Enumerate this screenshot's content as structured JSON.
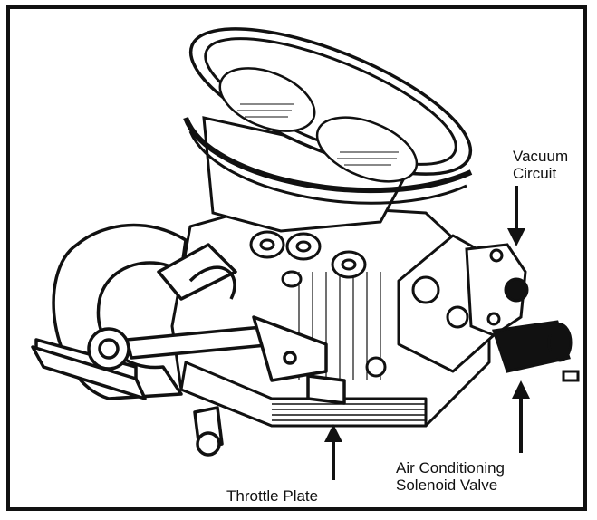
{
  "colors": {
    "ink": "#111111",
    "paper": "#ffffff"
  },
  "labels": {
    "vacuum_circuit": [
      "Vacuum",
      "Circuit"
    ],
    "throttle_plate": "Throttle Plate",
    "air_conditioning_solenoid_valve": [
      "Air Conditioning",
      "Solenoid Valve"
    ]
  }
}
